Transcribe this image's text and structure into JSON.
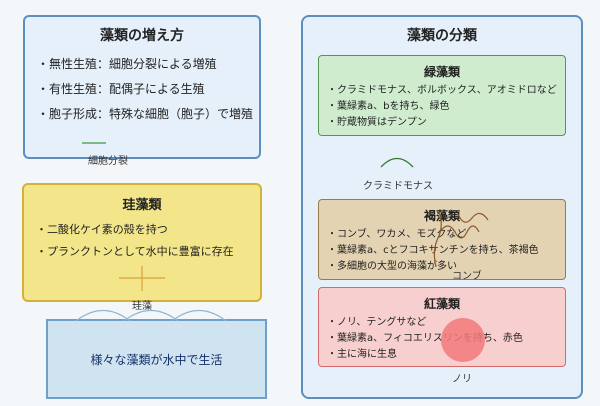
{
  "growth": {
    "title": "藻類の増え方",
    "items": [
      "・無性生殖：細胞分裂による増殖",
      "・有性生殖：配偶子による生殖",
      "・胞子形成：特殊な細胞（胞子）で増殖"
    ],
    "figure_label": "細胞分裂"
  },
  "diatom": {
    "title": "珪藻類",
    "items": [
      "・二酸化ケイ素の殻を持つ",
      "・プランクトンとして水中に豊富に存在"
    ],
    "figure_label": "珪藻"
  },
  "water": {
    "text": "様々な藻類が水中で生活"
  },
  "classification": {
    "title": "藻類の分類",
    "green": {
      "title": "緑藻類",
      "items": [
        "・クラミドモナス、ボルボックス、アオミドロなど",
        "・葉緑素a、bを持ち、緑色",
        "・貯蔵物質はデンプン"
      ],
      "figure_label": "クラミドモナス"
    },
    "brown": {
      "title": "褐藻類",
      "items": [
        "・コンブ、ワカメ、モズクなど",
        "・葉緑素a、cとフコキサンチンを持ち、茶褐色",
        "・多細胞の大型の海藻が多い"
      ],
      "figure_label": "コンブ"
    },
    "red": {
      "title": "紅藻類",
      "items": [
        "・ノリ、テングサなど",
        "・葉緑素a、フィコエリスリンを持ち、赤色",
        "・主に海に生息"
      ],
      "figure_label": "ノリ"
    }
  },
  "colors": {
    "blue_panel": "#e6f0fb",
    "diatom_panel": "#f2e58a",
    "green_panel": "#cfeccf",
    "brown_panel": "#e4d3b3",
    "red_panel": "#f8cfcf",
    "red_spot": "#f27a7a"
  }
}
